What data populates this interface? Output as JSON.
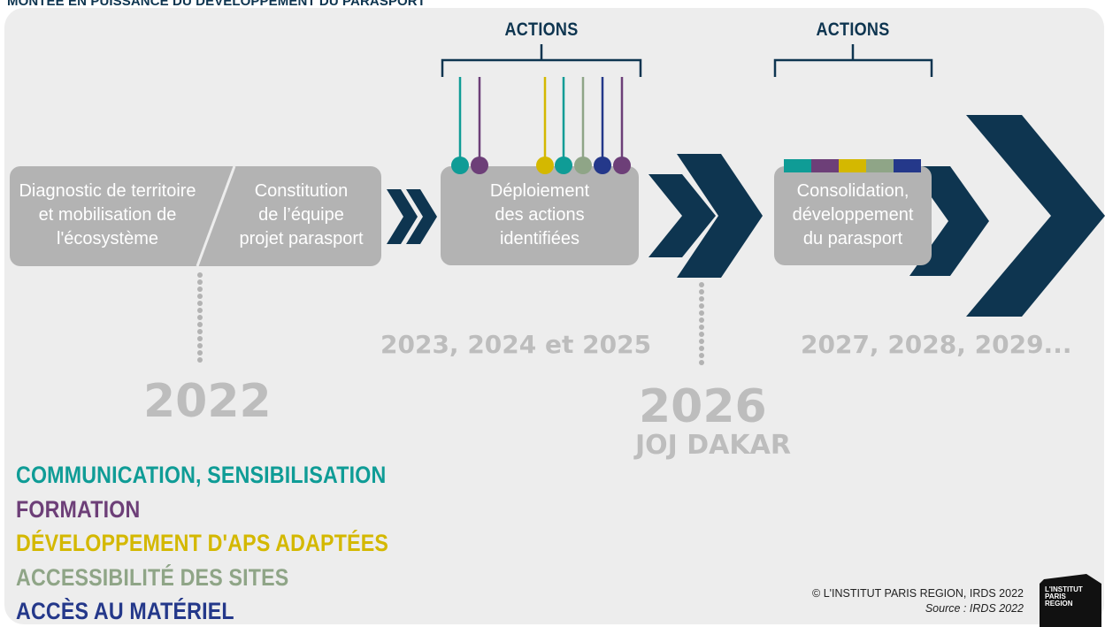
{
  "title": "MONTÉE EN PUISSANCE DU DÉVELOPPEMENT DU PARASPORT",
  "stage1": {
    "left_text": [
      "Diagnostic de territoire",
      "et mobilisation de",
      "l'écosystème"
    ],
    "right_text": [
      "Constitution",
      "de l’équipe",
      "projet parasport"
    ]
  },
  "stage2": {
    "text": [
      "Déploiement",
      "des actions",
      "identifiées"
    ]
  },
  "stage3": {
    "text": [
      "Consolidation,",
      "développement",
      "du parasport"
    ]
  },
  "actions_label_1": "ACTIONS",
  "actions_label_2": "ACTIONS",
  "years": {
    "y2022": "2022",
    "y2023_2025": "2023, 2024 et 2025",
    "y2026": "2026",
    "joj": "JOJ DAKAR",
    "y2027_2029": "2027, 2028, 2029..."
  },
  "legend": [
    {
      "label": "COMMUNICATION, SENSIBILISATION",
      "color": "#0f9c96"
    },
    {
      "label": "FORMATION",
      "color": "#6d3f78"
    },
    {
      "label": "DÉVELOPPEMENT D'APS ADAPTÉES",
      "color": "#d4b800"
    },
    {
      "label": "ACCESSIBILITÉ DES SITES",
      "color": "#8fa587"
    },
    {
      "label": "ACCÈS AU MATÉRIEL",
      "color": "#24388a"
    }
  ],
  "pins": [
    {
      "category": "communication",
      "color": "#0f9c96"
    },
    {
      "category": "formation",
      "color": "#6d3f78"
    },
    {
      "category": "aps",
      "color": "#d4b800"
    },
    {
      "category": "communication",
      "color": "#0f9c96"
    },
    {
      "category": "accessibilite",
      "color": "#8fa587"
    },
    {
      "category": "materiel",
      "color": "#24388a"
    },
    {
      "category": "formation",
      "color": "#6d3f78"
    }
  ],
  "colors": {
    "navy": "#0e3550",
    "box_gray": "#b3b3b3",
    "year_gray": "#bdbdbd",
    "panel_bg": "#ededed"
  },
  "credit": {
    "copyright": "© L'INSTITUT PARIS REGION, IRDS 2022",
    "source": "Source : IRDS 2022"
  },
  "logo": {
    "line1": "L'INSTITUT",
    "line2": "PARIS",
    "line3": "REGION"
  }
}
